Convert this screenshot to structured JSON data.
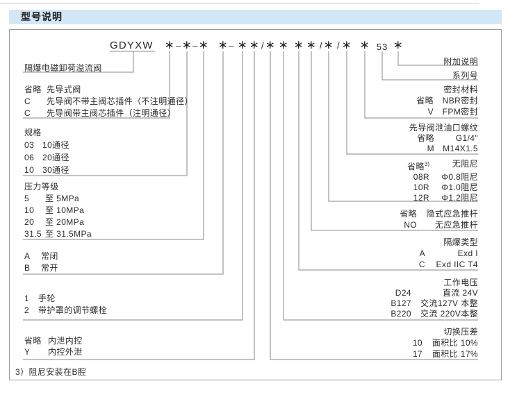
{
  "page": {
    "section_title": "型号说明",
    "footnote": "3）阻尼安装在B腔"
  },
  "model_code": {
    "full": "GDYXW ∗-∗-∗ ∗-∗ ∗/∗ ∗ ∗ ∗/∗/∗ ∗ 53 ∗",
    "prefix": "GDYXW",
    "star": "∗",
    "dash": "–",
    "slash": "/",
    "series": "53"
  },
  "left": {
    "valve_name": "隔爆电磁卸荷溢流阀",
    "pilot": {
      "rows": [
        {
          "code": "省略",
          "desc": "先导式阀"
        },
        {
          "code": "C",
          "desc": "先导阀不带主阀芯插件（不注明通径）"
        },
        {
          "code": "C",
          "desc": "先导阀带主阀芯插件（注明通径）"
        }
      ]
    },
    "spec": {
      "header": "规格",
      "rows": [
        {
          "code": "03",
          "desc": "10通径"
        },
        {
          "code": "06",
          "desc": "20通径"
        },
        {
          "code": "10",
          "desc": "30通径"
        }
      ]
    },
    "pressure": {
      "header": "压力等级",
      "rows": [
        {
          "code": "5",
          "desc": "至 5MPa"
        },
        {
          "code": "10",
          "desc": "至 10MPa"
        },
        {
          "code": "20",
          "desc": "至 20MPa"
        },
        {
          "code": "31.5",
          "desc": "至 31.5MPa"
        }
      ]
    },
    "state": {
      "rows": [
        {
          "code": "A",
          "desc": "常闭"
        },
        {
          "code": "B",
          "desc": "常开"
        }
      ]
    },
    "adjust": {
      "rows": [
        {
          "code": "1",
          "desc": "手轮"
        },
        {
          "code": "2",
          "desc": "带护罩的调节螺栓"
        }
      ]
    },
    "drain": {
      "rows": [
        {
          "code": "省略",
          "desc": "内泄内控"
        },
        {
          "code": "Y",
          "desc": "内控外泄"
        }
      ]
    }
  },
  "right": {
    "extra": "附加说明",
    "series_label": "系列号",
    "seal": {
      "header": "密封材料",
      "rows": [
        {
          "code": "省略",
          "desc": "NBR密封"
        },
        {
          "code": "V",
          "desc": "FPM密封"
        }
      ]
    },
    "thread": {
      "header": "先导阀泄油口螺纹",
      "rows": [
        {
          "code": "省略",
          "desc": "G1/4\""
        },
        {
          "code": "M",
          "desc": "M14X1.5"
        }
      ]
    },
    "damping": {
      "rows": [
        {
          "code": "省略",
          "code_sup": "3)",
          "desc": "无阻尼"
        },
        {
          "code": "08R",
          "desc": "Φ0.8阻尼"
        },
        {
          "code": "10R",
          "desc": "Φ1.0阻尼"
        },
        {
          "code": "12R",
          "desc": "Φ1.2阻尼"
        }
      ]
    },
    "pushrod": {
      "rows": [
        {
          "code": "省略",
          "desc": "隐式应急推杆"
        },
        {
          "code": "NO",
          "desc": "无应急推杆"
        }
      ]
    },
    "exproof": {
      "header": "隔爆类型",
      "rows": [
        {
          "code": "A",
          "desc": "Exd I"
        },
        {
          "code": "C",
          "desc": "Exd IIC T4"
        }
      ]
    },
    "voltage": {
      "header": "工作电压",
      "rows": [
        {
          "code": "D24",
          "desc": "直流 24V"
        },
        {
          "code": "B127",
          "desc": "交流127V 本整"
        },
        {
          "code": "B220",
          "desc": "交流 220V本整"
        }
      ]
    },
    "pressure_diff": {
      "header": "切换压差",
      "rows": [
        {
          "code": "10",
          "desc": "面积比 10%"
        },
        {
          "code": "17",
          "desc": "面积比 17%"
        }
      ]
    }
  }
}
